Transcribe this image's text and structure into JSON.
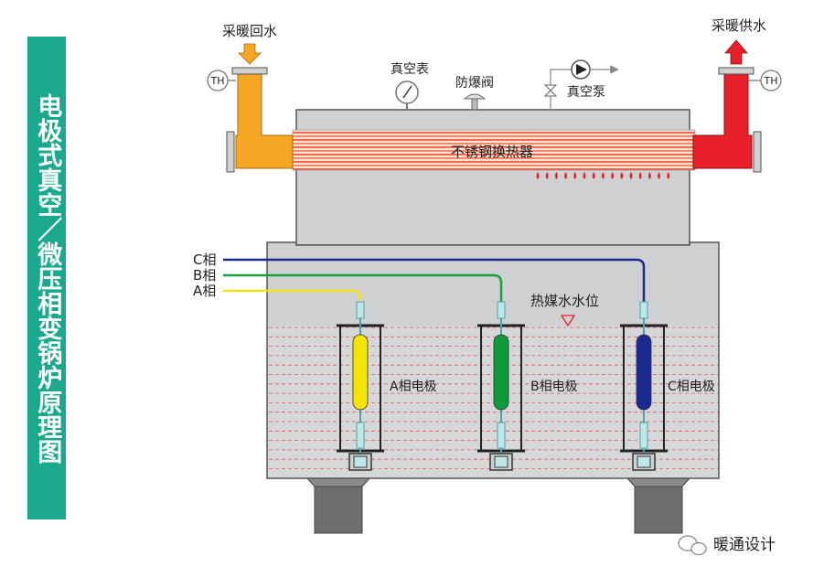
{
  "title": "电极式真空／微压相变锅炉原理图",
  "labels": {
    "return_water": "采暖回水",
    "supply_water": "采暖供水",
    "vacuum_gauge": "真空表",
    "explosion_valve": "防爆阀",
    "vacuum_pump": "真空泵",
    "heat_exchanger": "不锈钢换热器",
    "water_level": "热媒水水位",
    "th_left": "TH",
    "th_right": "TH"
  },
  "phases": [
    {
      "label": "C相",
      "color": "#1b2a8c"
    },
    {
      "label": "B相",
      "color": "#1b9e3c"
    },
    {
      "label": "A相",
      "color": "#f2e21a"
    }
  ],
  "electrodes": [
    {
      "label": "A相电极",
      "color": "#f5e400"
    },
    {
      "label": "B相电极",
      "color": "#0c9a3a"
    },
    {
      "label": "C相电极",
      "color": "#1a2a90"
    }
  ],
  "watermark": "暖通设计",
  "colors": {
    "sidebar": "#1aa98c",
    "return_pipe": "#f5a623",
    "supply_pipe": "#e8202a",
    "vessel": "#cfd0d2",
    "water": "#d3d4d6",
    "leg": "#6d6e70"
  }
}
